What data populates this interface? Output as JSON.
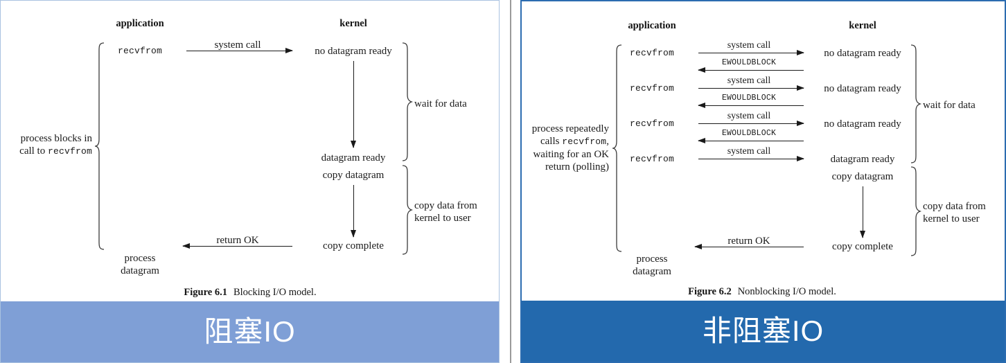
{
  "colors": {
    "left_caption_bar": "#7f9fd6",
    "right_caption_bar": "#2369ad",
    "left_panel_border": "#a9c2e0",
    "right_panel_border": "#2b6cb0",
    "divider": "#9a9a9a",
    "ink": "#1a1a1a"
  },
  "left_panel": {
    "caption_bar_text": "阻塞IO",
    "column_headers": {
      "application": "application",
      "kernel": "kernel"
    },
    "app_calls": [
      {
        "label": "recvfrom"
      }
    ],
    "arrows": [
      {
        "label": "system call",
        "direction": "right"
      },
      {
        "label": "return OK",
        "direction": "left"
      }
    ],
    "kernel_states": [
      "no datagram ready",
      "datagram ready",
      "copy datagram",
      "copy complete"
    ],
    "app_result": "process\ndatagram",
    "app_result_line1": "process",
    "app_result_line2": "datagram",
    "left_brace_label_line1": "process blocks in",
    "left_brace_label_line2_pre": "call to ",
    "left_brace_label_line2_mono": "recvfrom",
    "right_brace_labels": [
      {
        "text": "wait for data"
      },
      {
        "line1": "copy data from",
        "line2": "kernel to user"
      }
    ],
    "figure_caption": {
      "bold": "Figure 6.1",
      "rest": "Blocking I/O model."
    }
  },
  "right_panel": {
    "caption_bar_text": "非阻塞IO",
    "column_headers": {
      "application": "application",
      "kernel": "kernel"
    },
    "app_calls": [
      {
        "label": "recvfrom"
      },
      {
        "label": "recvfrom"
      },
      {
        "label": "recvfrom"
      },
      {
        "label": "recvfrom"
      }
    ],
    "arrows": [
      {
        "label": "system call",
        "direction": "right"
      },
      {
        "label": "EWOULDBLOCK",
        "direction": "left",
        "mono": true
      },
      {
        "label": "system call",
        "direction": "right"
      },
      {
        "label": "EWOULDBLOCK",
        "direction": "left",
        "mono": true
      },
      {
        "label": "system call",
        "direction": "right"
      },
      {
        "label": "EWOULDBLOCK",
        "direction": "left",
        "mono": true
      },
      {
        "label": "system call",
        "direction": "right"
      },
      {
        "label": "return OK",
        "direction": "left"
      }
    ],
    "kernel_states": [
      "no datagram ready",
      "no datagram ready",
      "no datagram ready",
      "datagram ready",
      "copy datagram",
      "copy complete"
    ],
    "app_result_line1": "process",
    "app_result_line2": "datagram",
    "left_brace_label_line1": "process repeatedly",
    "left_brace_label_line2_pre": "calls ",
    "left_brace_label_line2_mono": "recvfrom",
    "left_brace_label_line2_post": ",",
    "left_brace_label_line3": "waiting for an OK",
    "left_brace_label_line4": "return (polling)",
    "right_brace_labels": [
      {
        "text": "wait for data"
      },
      {
        "line1": "copy data from",
        "line2": "kernel to user"
      }
    ],
    "figure_caption": {
      "bold": "Figure 6.2",
      "rest": "Nonblocking I/O model."
    }
  }
}
